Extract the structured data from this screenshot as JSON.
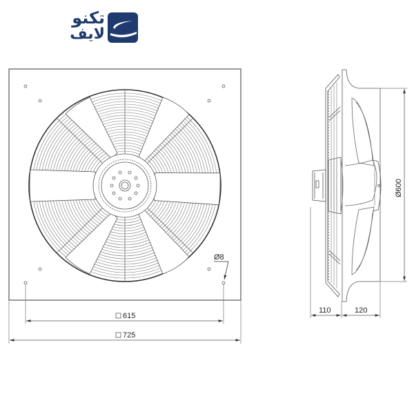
{
  "brand": {
    "name_line1": "تکنو",
    "name_line2": "لایف",
    "logo_icon": "swoosh-square-icon",
    "color": "#1f3a6e"
  },
  "drawing": {
    "type": "technical-drawing",
    "subject": "axial fan with square mounting plate",
    "views": [
      "front-view",
      "side-view"
    ],
    "front_view": {
      "hole_dimension": "Ø8",
      "hole_pitch_dimension": "615",
      "hole_pitch_symbol": "□",
      "plate_width_dimension": "725",
      "plate_width_symbol": "□"
    },
    "side_view": {
      "diameter_dimension": "Ø600",
      "depth_front": "110",
      "depth_rear": "120"
    },
    "line_color": "#555555"
  }
}
